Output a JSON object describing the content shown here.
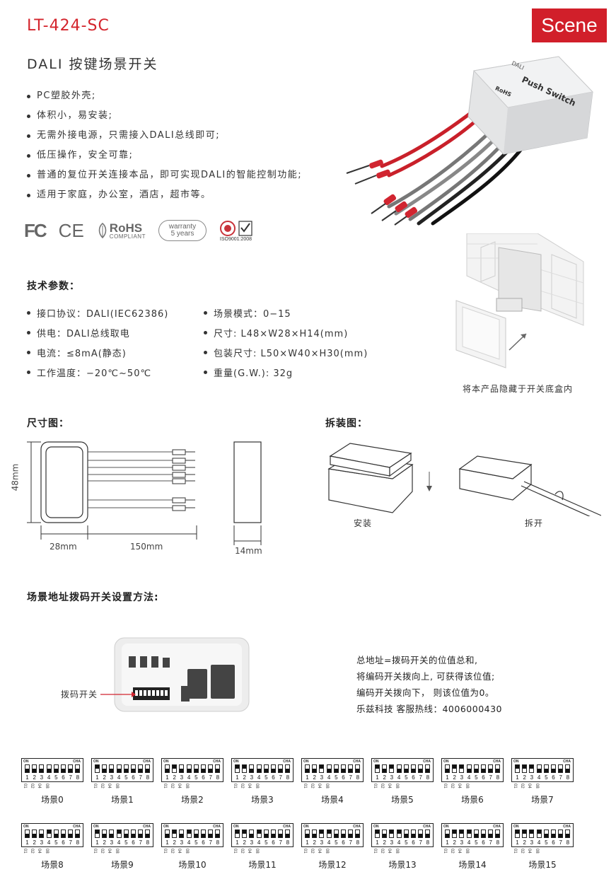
{
  "header": {
    "model": "LT-424-SC",
    "badge": "Scene",
    "product_title": "DALI 按键场景开关"
  },
  "features": [
    "PC塑胶外壳;",
    "体积小，易安装;",
    "无需外接电源，只需接入DALI总线即可;",
    "低压操作，安全可靠;",
    "普通的复位开关连接本品，即可实现DALI的智能控制功能;",
    "适用于家庭，办公室，酒店，超市等。"
  ],
  "certs": {
    "fc": "FC",
    "ce": "CE",
    "rohs": "RoHS",
    "rohs_sub": "COMPLIANT",
    "warranty_1": "warranty",
    "warranty_2": "5 years",
    "iso": "ISO9001:2008"
  },
  "device_label": {
    "brand": "DALI",
    "name": "Push Switch",
    "rohs": "RoHS"
  },
  "tech": {
    "title": "技术参数：",
    "left": [
      "接口协议：DALI(IEC62386)",
      "供电：DALI总线取电",
      "电流：≤8mA(静态)",
      "工作温度：−20℃~50℃"
    ],
    "right": [
      "场景模式：0−15",
      "尺寸: L48×W28×H14(mm)",
      "包装尺寸: L50×W40×H30(mm)",
      "重量(G.W.): 32g"
    ]
  },
  "install_caption": "将本产品隐藏于开关底盒内",
  "dimension": {
    "title": "尺寸图：",
    "height": "48mm",
    "width": "28mm",
    "wire": "150mm",
    "depth": "14mm"
  },
  "assembly": {
    "title": "拆装图：",
    "install": "安装",
    "remove": "拆开"
  },
  "dip_section": {
    "title": "场景地址拨码开关设置方法:",
    "pointer_label": "拨码开关"
  },
  "note": {
    "line1": "总地址=拨码开关的位值总和,",
    "line2": "将编码开关拨向上, 可获得该位值;",
    "line3": "编码开关拨向下，  则该位值为0。",
    "line4": "乐兹科技 客服热线：4006000430"
  },
  "dip_common": {
    "on": "ON",
    "cha": "CHA",
    "numbers": [
      "1",
      "2",
      "3",
      "4",
      "5",
      "6",
      "7",
      "8"
    ],
    "values": [
      "01",
      "02",
      "04",
      "08"
    ]
  },
  "scenes": [
    {
      "label": "场景0",
      "value": 0
    },
    {
      "label": "场景1",
      "value": 1
    },
    {
      "label": "场景2",
      "value": 2
    },
    {
      "label": "场景3",
      "value": 3
    },
    {
      "label": "场景4",
      "value": 4
    },
    {
      "label": "场景5",
      "value": 5
    },
    {
      "label": "场景6",
      "value": 6
    },
    {
      "label": "场景7",
      "value": 7
    },
    {
      "label": "场景8",
      "value": 8
    },
    {
      "label": "场景9",
      "value": 9
    },
    {
      "label": "场景10",
      "value": 10
    },
    {
      "label": "场景11",
      "value": 11
    },
    {
      "label": "场景12",
      "value": 12
    },
    {
      "label": "场景13",
      "value": 13
    },
    {
      "label": "场景14",
      "value": 14
    },
    {
      "label": "场景15",
      "value": 15
    }
  ]
}
